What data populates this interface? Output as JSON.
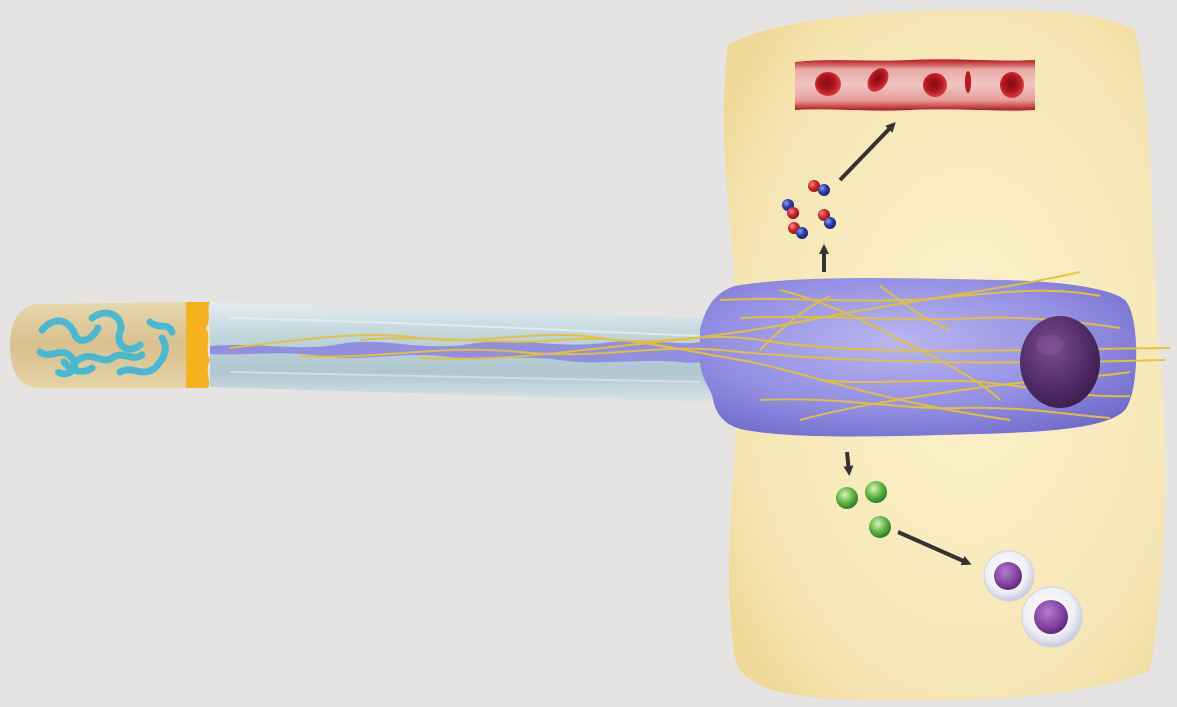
{
  "colors": {
    "background": "#e6e4e3",
    "tissue": "#f8ebbf",
    "tissue_edge": "#f1dfa2",
    "tube": "#b9d0d8",
    "tube_tip": "#dcc79a",
    "plug": "#f4b21e",
    "neuron": "#8f8be0",
    "nucleus": "#4f2d66",
    "fiber": "#e3c23c",
    "bacteria": "#4bb8d2",
    "vessel": "#c91f24",
    "red_cell": "#b5161f",
    "molecule_red": "#d3262d",
    "molecule_blue": "#2f3fa8",
    "green_bead": "#5aa73f",
    "immune_cell": "#8a4aa8",
    "arrow": "#333333"
  },
  "icons": {
    "bacteria": "bacteria-cluster",
    "blood_vessel": "blood-vessel",
    "oxygen_molecules": "molecule",
    "signal_particles": "green-bead",
    "immune_cells": "white-blood-cell"
  }
}
